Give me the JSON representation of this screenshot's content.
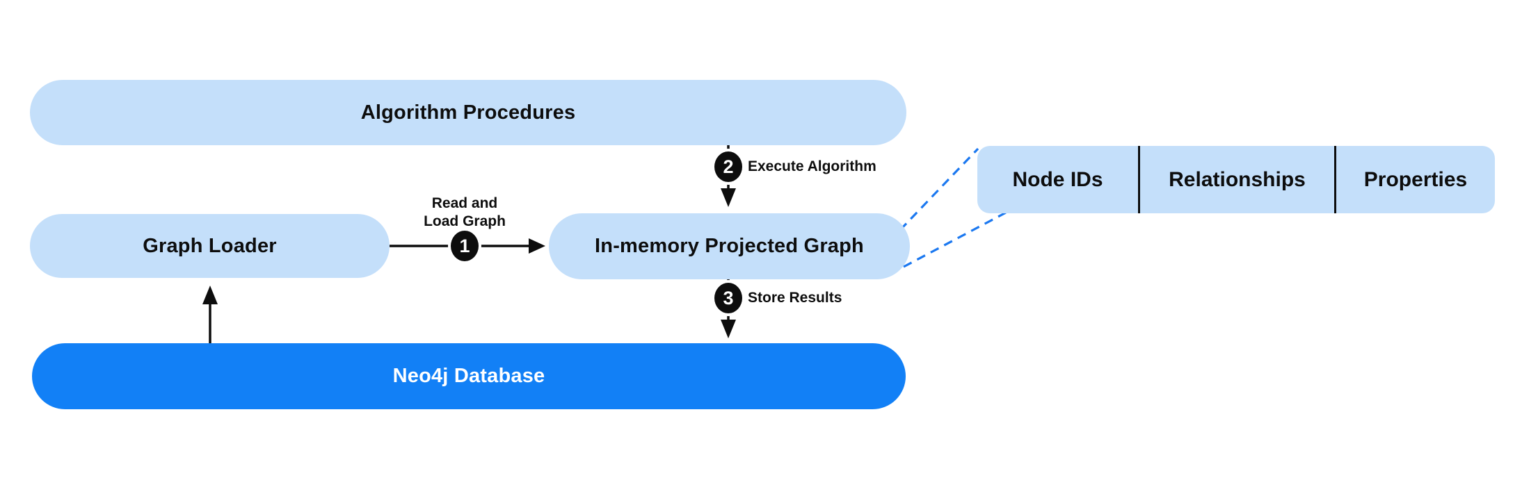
{
  "nodes": {
    "algorithm_procedures": "Algorithm Procedures",
    "graph_loader": "Graph Loader",
    "in_memory_projected_graph": "In-memory Projected Graph",
    "neo4j_database": "Neo4j Database"
  },
  "steps": {
    "read_load": {
      "number": "1",
      "label_line1": "Read and",
      "label_line2": "Load Graph"
    },
    "execute": {
      "number": "2",
      "label": "Execute Algorithm"
    },
    "store": {
      "number": "3",
      "label": "Store Results"
    }
  },
  "detail_table": {
    "columns": [
      "Node IDs",
      "Relationships",
      "Properties"
    ]
  },
  "colors": {
    "background": "#FFFFFF",
    "node_fill": "#C4DFFA",
    "database_fill": "#1280F6",
    "text_dark": "#0D0D0D",
    "text_light": "#FFFFFF",
    "arrow": "#0D0D0D",
    "badge_fill": "#0D0D0D",
    "badge_text": "#FFFFFF",
    "connector_dashed": "#1B78F0"
  }
}
